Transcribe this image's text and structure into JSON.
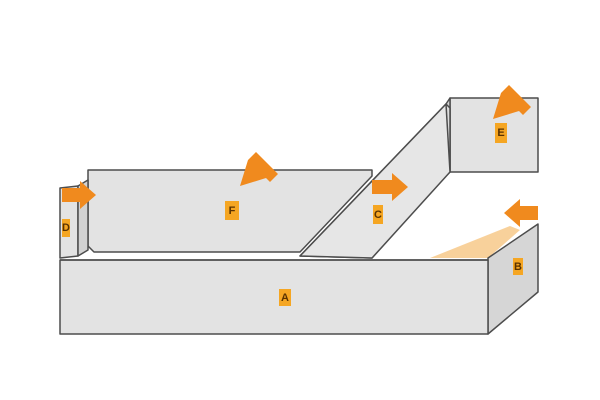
{
  "colors": {
    "panel_fill": "#e3e3e3",
    "panel_side": "#d2d2d2",
    "panel_stroke": "#4d4d4d",
    "arrow": "#f08a1e",
    "label_bg": "#f5a623",
    "highlight": "#f7c98a"
  },
  "labels": {
    "a": "A",
    "b": "B",
    "c": "C",
    "d": "D",
    "e": "E",
    "f": "F"
  },
  "icons": [
    "arrow-right-icon",
    "arrow-down-left-icon",
    "arrow-left-icon"
  ]
}
